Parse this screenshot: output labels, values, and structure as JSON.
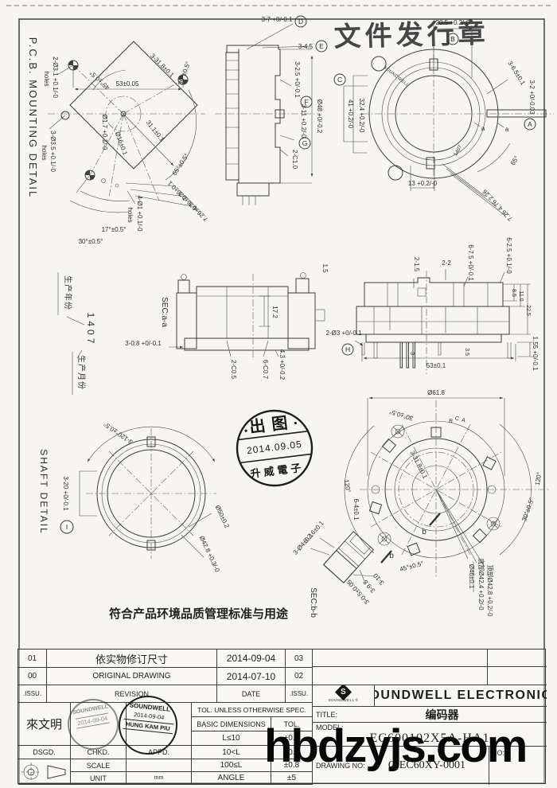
{
  "frame": {
    "issue_stamp": "文件发行章",
    "note": "符合产品环境品质管理标准与用途",
    "watermark": "hbdzyjs.com"
  },
  "pcb": {
    "title": "P.C.B. MOUNTING DETAIL",
    "dim_square": "3-31.8±0.1",
    "angle_45": "45°±0.5°",
    "holes_31": "2-Ø3.1 +0.1/-0",
    "holes_35": "3-Ø3.5 +0.1/-0",
    "holes_10": "4-Ø1 +0.1/-0",
    "holes_word": "holes",
    "dim_53": "53±0.05",
    "angle_30_top": "30°±0.5°",
    "dia_17": "Ø1.7 +0.1/-0",
    "dim_311": "31.1±0.1",
    "dia_16": "Ø16±0.1",
    "angle_65": "65°±0.5°",
    "angle_17": "17°±0.5°",
    "angle_30_bot": "30°±0.5°",
    "pitch1": "2.26±0.1",
    "pitch2": "4.76±0.1",
    "pitch3": "7.26±0.1"
  },
  "side": {
    "mk_d": "D",
    "dim_d": "3-7 +0/-0.1",
    "mk_e": "E",
    "dim_e": "3-4.5",
    "mk_f": "F",
    "dim_f": "3-2.5 +0/-0.1",
    "mk_g": "G",
    "dim_g": "3-11 +0.2/-0",
    "dia48": "Ø48 +0/-0.2",
    "chamfer": "2-C1.0"
  },
  "top": {
    "mk_b": "B",
    "dim_b": "20.5 +0.2/-0",
    "dim_65": "3-6.5±0.1",
    "mk_a": "A",
    "dim_a": "3-2 +0/-0.03",
    "mk_c": "C",
    "dim_c": "41 +0.2/-0",
    "dim_324": "32.4 +0.2/-0",
    "sec_a1": "a",
    "sec_a2": "a",
    "angle65": "65°",
    "dim_13": "13 +0.2/-0",
    "p1": "2.26",
    "p2": "4.76",
    "p3": "7.26",
    "ring_text": "SOUNDWELL",
    "date_code": "1407"
  },
  "secaa": {
    "label": "SEC:a-a",
    "d172": "17.2",
    "d08": "3-0.8 +0/-0.1",
    "c05": "2-C0.5",
    "c07": "6-C0.7",
    "d43": "4.3 +0/-0.2"
  },
  "datecode": {
    "year": "生产年份",
    "digits": "1407",
    "month": "生产月份"
  },
  "front": {
    "d15": "1.5",
    "d215": "2-1.5",
    "d22": "2-2",
    "d75": "6-7.5 +0/-0.1",
    "d25": "6-2.5 +0.1/-0",
    "d85": "8.5",
    "d110": "11.0",
    "d225": "22.5",
    "mk_h": "H",
    "dh": "2-Ø3 +0/-0.1",
    "d3": "3",
    "d35": "3.5",
    "d53": "53±0.1",
    "d155": "1.55 +0/-0.1"
  },
  "shaft": {
    "title": "SHAFT DETAIL",
    "mk_i": "I",
    "a120": "3-120°±0.5°",
    "d20": "3-20 +0/-0.1",
    "d50": "Ø50±0.2",
    "d428": "Ø42.8 +0.3/-0"
  },
  "release_stamp": {
    "l1": "出图",
    "l2": "2014.09.05",
    "l3": "升威電子"
  },
  "bottom": {
    "d618": "Ø61.8",
    "a30t": "30°±0.5°",
    "a30r": "30°±0.5°",
    "tb": "B",
    "tc": "C",
    "ta": "A",
    "d318": "3-31.8±0.1",
    "a120l": "120°",
    "a120r": "120°",
    "d64": "6-4±0.1",
    "b1": "b",
    "b2": "b",
    "a45": "45°±0.5°",
    "d46": "Ø46±0.1",
    "dbot": "底部Ø42.4 +0.2/-0",
    "dtop": "顶部Ø42.8 +0.2/-0"
  },
  "secbb": {
    "label": "SEC:b-b",
    "d26": "3-2.6±0.1",
    "d4": "3-Ø4±0.1",
    "d05": "3-0.5±0.05",
    "d98": "3-9.8",
    "d10": "3-10"
  },
  "revision": {
    "h_no": ".ISSU.",
    "h_desc": "REVISION",
    "h_date": "DATE",
    "h_issu": ".ISSU.",
    "rows": [
      {
        "no": "01",
        "desc": "依实物修订尺寸",
        "date": "2014-09-04",
        "issu": "03"
      },
      {
        "no": "00",
        "desc": "ORIGINAL  DRAWING",
        "date": "2014-07-10",
        "issu": "02"
      }
    ]
  },
  "approval": {
    "name": "來文明",
    "dsgd": "DSGD.",
    "chkd": "CHKD.",
    "appd": "APPD.",
    "scale": "SCALE",
    "unit": "UNIT",
    "unit_value": "mm",
    "stamp_co": "SOUNDWELL",
    "stamp_date": "2014-09-04",
    "stamp_name": "HUNG KAM PIU"
  },
  "tol": {
    "header": "TOL. UNLESS OTHERWISE SPEC.",
    "c1": "BASIC DIMENSIONS",
    "c2": "TOL.",
    "rows": [
      {
        "d": "L≤10",
        "t": "±0.3"
      },
      {
        "d": "10<L",
        "t": "±0.5"
      },
      {
        "d": "100≤L",
        "t": "±0.8"
      },
      {
        "d": "ANGLE",
        "t": "±5"
      }
    ]
  },
  "title_block": {
    "logo": "SOUNDWELL",
    "logo_s": "S",
    "logo_r": "®",
    "company": "SOUNDWELL ELECTRONICS",
    "title_label": "TITLE:",
    "title": "编码器",
    "model_label": "MODEL:",
    "model": "EC600102X5A-HA1",
    "dwg_label": "DRAWING NO:",
    "dwg": "C-EC60XY-0001",
    "no_label": "NO:"
  }
}
